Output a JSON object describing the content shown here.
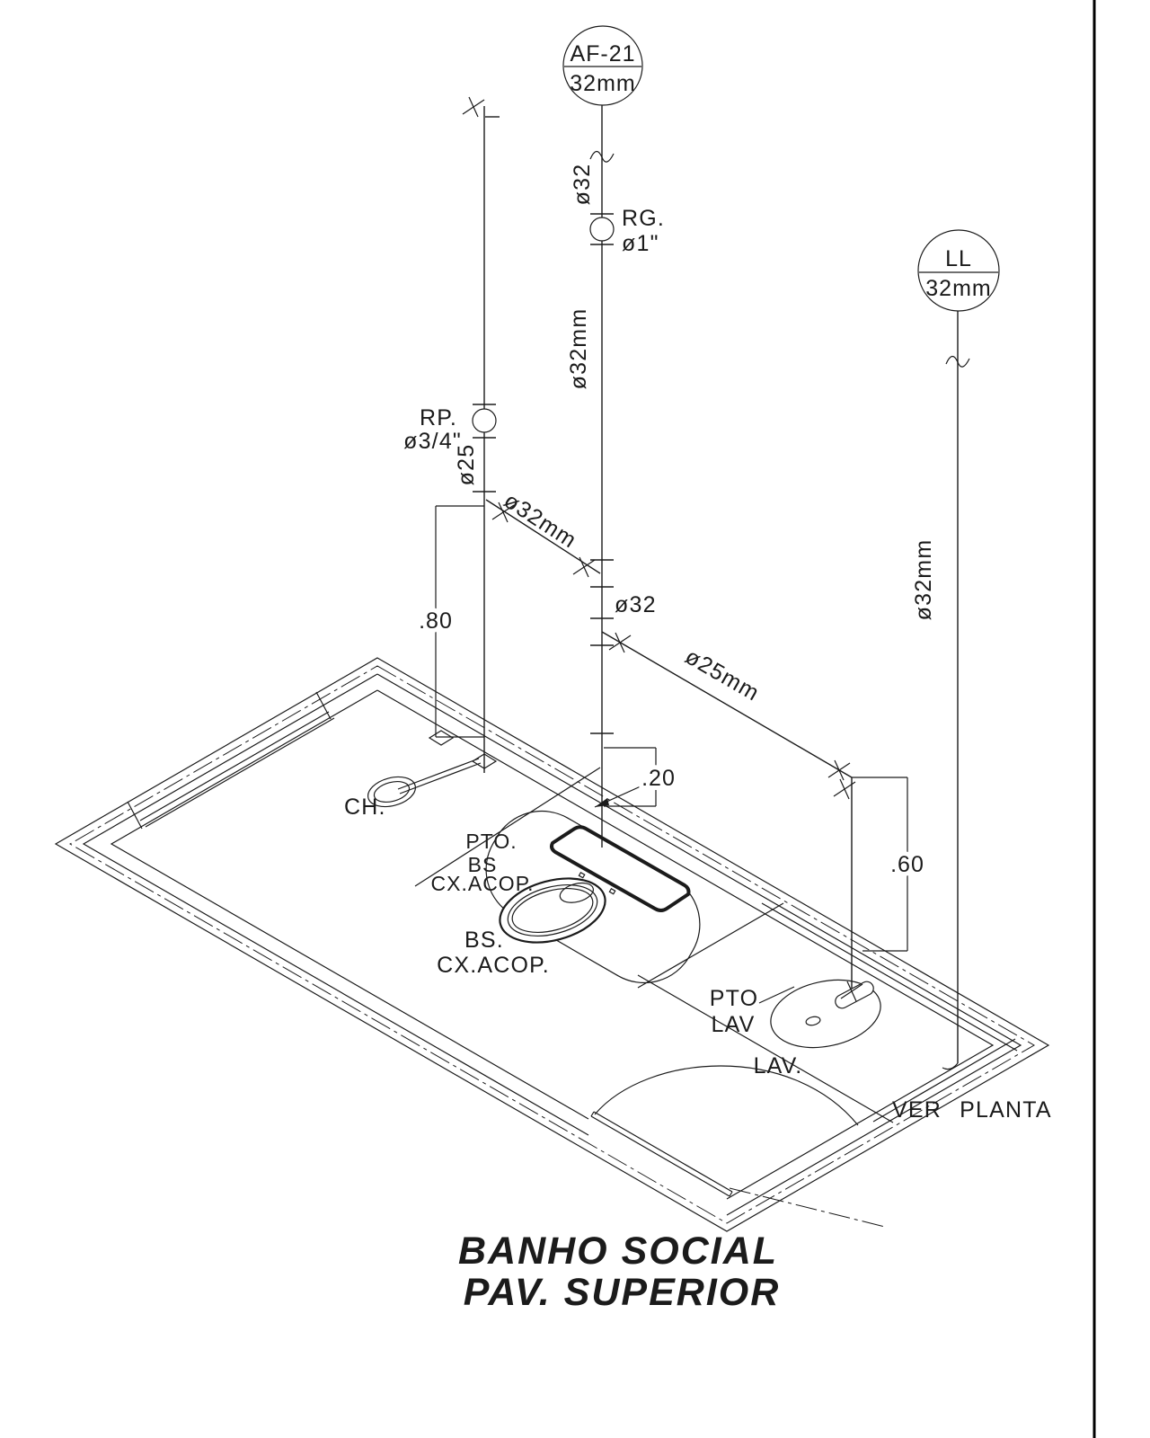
{
  "sheet": {
    "background": "#ffffff",
    "line_color": "#1b1b1b"
  },
  "title": {
    "line1": "BANHO SOCIAL",
    "line2": "PAV. SUPERIOR"
  },
  "risers": {
    "af21": {
      "tag": "AF-21",
      "size": "32mm"
    },
    "ll": {
      "tag": "LL",
      "size": "32mm"
    }
  },
  "valves": {
    "rg": {
      "name": "RG.",
      "size": "ø1\""
    },
    "rp": {
      "name": "RP.",
      "size": "ø3/4\""
    }
  },
  "pipe_labels": {
    "af_riser_upper": "ø32",
    "af_riser_main": "ø32mm",
    "rp_drop": "ø25",
    "branch_32": "ø32mm",
    "mid_32": "ø32",
    "branch_25": "ø25mm",
    "ll_riser": "ø32mm"
  },
  "dimensions": {
    "shower_height": ".80",
    "wall_offset": ".20",
    "lav_height": ".60"
  },
  "labels": {
    "shower": "CH.",
    "toilet_point_l1": "PTO.",
    "toilet_point_l2": "BS",
    "toilet_point_l3": "CX.ACOP.",
    "toilet_l1": "BS.",
    "toilet_l2": "CX.ACOP.",
    "lav_point_l1": "PTO",
    "lav_point_l2": "LAV",
    "lav": "LAV.",
    "note": "VER PLANTA"
  }
}
